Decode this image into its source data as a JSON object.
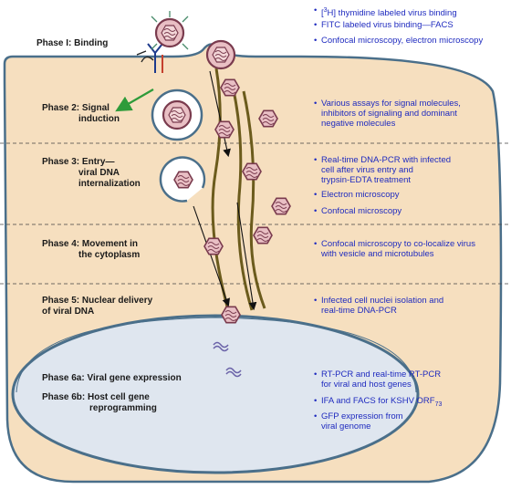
{
  "colors": {
    "cell_fill": "#f6dfbf",
    "cell_stroke": "#4a6f8a",
    "nucleus_fill": "#dfe6ef",
    "virus_fill": "#e9bfc4",
    "virus_stroke": "#7a3b4e",
    "microtubule": "#6b5b1c",
    "method_text": "#1f2bbf",
    "arrow_green": "#2e9b3a"
  },
  "phases": {
    "p1": "Phase I: Binding",
    "p2a": "Phase 2:",
    "p2b": "Signal",
    "p2c": "induction",
    "p3a": "Phase 3:",
    "p3b": "Entry—",
    "p3c": "viral DNA",
    "p3d": "internalization",
    "p4a": "Phase 4:",
    "p4b": "Movement in",
    "p4c": "the cytoplasm",
    "p5a": "Phase 5:",
    "p5b": "Nuclear delivery",
    "p5c": "of viral DNA",
    "p6a_a": "Phase 6a:",
    "p6a_b": "Viral gene expression",
    "p6b_a": "Phase 6b:",
    "p6b_b": "Host cell gene",
    "p6b_c": "reprogramming"
  },
  "methods": {
    "m1_pre": "[",
    "m1_sup": "3",
    "m1_post": "H] thymidine labeled virus binding",
    "m2": "FITC labeled virus binding—FACS",
    "m3": "Confocal microscopy, electron microscopy",
    "m4_l1": "Various assays for signal molecules,",
    "m4_l2": "inhibitors of signaling and dominant",
    "m4_l3": "negative molecules",
    "m5_l1": "Real-time DNA-PCR with infected",
    "m5_l2": "cell after virus entry and",
    "m5_l3": "trypsin-EDTA treatment",
    "m6": "Electron microscopy",
    "m7": "Confocal microscopy",
    "m8_l1": "Confocal microscopy to co-localize virus",
    "m8_l2": "with vesicle and microtubules",
    "m9_l1": "Infected cell nuclei isolation and",
    "m9_l2": "real-time DNA-PCR",
    "m10_l1": "RT-PCR and real-time RT-PCR",
    "m10_l2": "for viral and host genes",
    "m11_pre": "IFA and FACS for KSHV ORF",
    "m11_sub": "73",
    "m12_l1": "GFP expression from",
    "m12_l2": "viral genome"
  },
  "bullet": "•"
}
